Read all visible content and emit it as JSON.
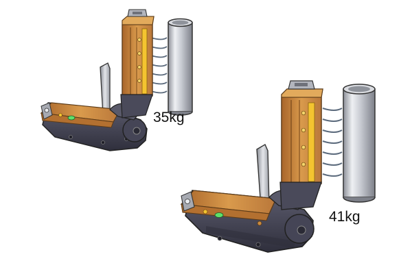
{
  "labels": {
    "small": "35kg",
    "large": "41kg"
  },
  "colors": {
    "body_dark": "#3d3d4d",
    "body_mid": "#5a5a6a",
    "wood": "#c98a3e",
    "wood_light": "#e2aa5c",
    "brass_stripe": "#f4c430",
    "steel": "#b9bcc4",
    "steel_light": "#eef0f3",
    "field_lines": "#5b6a7c",
    "indicator": "#5fe06a"
  },
  "icons": [
    "magnet-tool",
    "steel-tube",
    "magnetic-field-lines",
    "release-lever",
    "green-indicator"
  ]
}
